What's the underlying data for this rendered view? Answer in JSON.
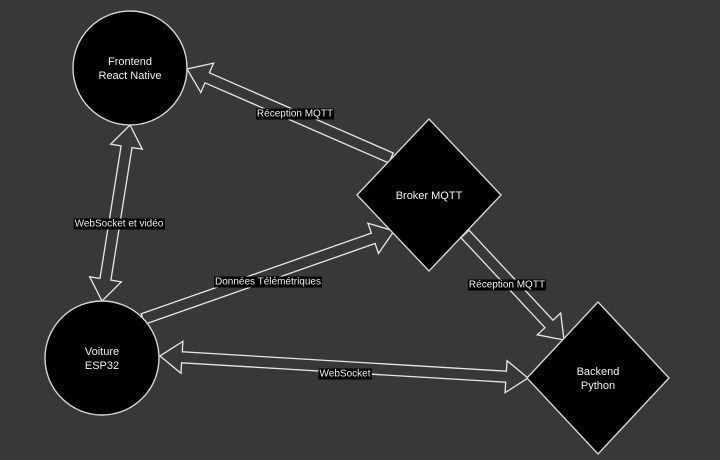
{
  "diagram": {
    "background": "#383838",
    "node_fill": "#000000",
    "stroke_color": "#e8e8e8",
    "nodes": [
      {
        "id": "frontend",
        "shape": "circle",
        "lines": [
          "Frontend",
          "React Native"
        ]
      },
      {
        "id": "broker",
        "shape": "diamond",
        "lines": [
          "Broker MQTT"
        ]
      },
      {
        "id": "voiture",
        "shape": "circle",
        "lines": [
          "Voiture",
          "ESP32"
        ]
      },
      {
        "id": "backend",
        "shape": "diamond",
        "lines": [
          "Backend",
          "Python"
        ]
      }
    ],
    "edges": [
      {
        "id": "broker-frontend",
        "from": "broker",
        "to": "frontend",
        "direction": "forward",
        "label": "Réception MQTT"
      },
      {
        "id": "voiture-frontend",
        "from": "voiture",
        "to": "frontend",
        "direction": "both",
        "label": "WebSocket et vidéo"
      },
      {
        "id": "voiture-broker",
        "from": "voiture",
        "to": "broker",
        "direction": "forward",
        "label": "Données Télémétriques"
      },
      {
        "id": "broker-backend",
        "from": "broker",
        "to": "backend",
        "direction": "forward",
        "label": "Réception MQTT"
      },
      {
        "id": "voiture-backend",
        "from": "voiture",
        "to": "backend",
        "direction": "both",
        "label": "WebSocket"
      }
    ]
  }
}
